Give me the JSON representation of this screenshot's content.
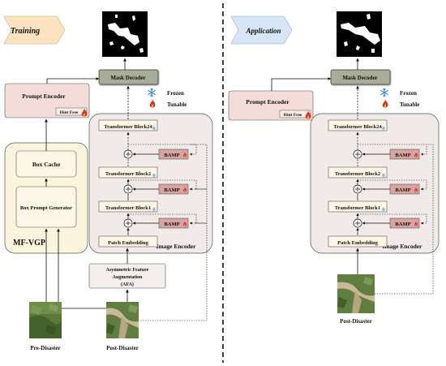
{
  "left_panel": {
    "banner": "Training",
    "mask_decoder": "Mask Decoder",
    "prompt_encoder": "Prompt Encoder",
    "hint_free": "Hint Free",
    "frozen_label": "Frozen",
    "tunable_label": "Tunable",
    "transformer_block_24": "Transformer Block24",
    "transformer_block_2": "Transformer Block2",
    "transformer_block_1": "Transformer Block1",
    "patch_embedding": "Patch  Embedding",
    "bamp": "BAMP",
    "image_encoder": "Image Encoder",
    "box_cache": "Box Cache",
    "box_prompt_generator": "Box Prompt Generator",
    "mf_vgp": "MF-VGP",
    "afa_line1": "Asymmetric Feature",
    "afa_line2": "Augmentation",
    "afa_line3": "(AFA)",
    "pre_disaster": "Pre-Disaster",
    "post_disaster": "Post-Disaster"
  },
  "right_panel": {
    "banner": "Application",
    "mask_decoder": "Mask Decoder",
    "prompt_encoder": "Prompt Encoder",
    "hint_free": "Hint Free",
    "frozen_label": "Frozen",
    "tunable_label": "Tunable",
    "transformer_block_24": "Transformer Block24",
    "transformer_block_2": "Transformer Block2",
    "transformer_block_1": "Transformer Block1",
    "patch_embedding": "Patch  Embedding",
    "bamp": "BAMP",
    "image_encoder": "Image Encoder",
    "post_disaster": "Post-Disaster"
  },
  "icons": {
    "frozen": "snowflake-icon",
    "tunable": "flame-icon"
  },
  "colors": {
    "training_banner": "#fde3bf",
    "application_banner": "#d6e6f7",
    "mask_decoder": "#a8ad98",
    "prompt_encoder": "#f4dcd8",
    "bamp": "#d8a3a0",
    "transformer": "#fbf6e6",
    "mf_vgp": "#faf5dc",
    "encoder_bg": "#f0eae8",
    "frozen": "#2f8fd8",
    "tunable": "#e0301e"
  }
}
